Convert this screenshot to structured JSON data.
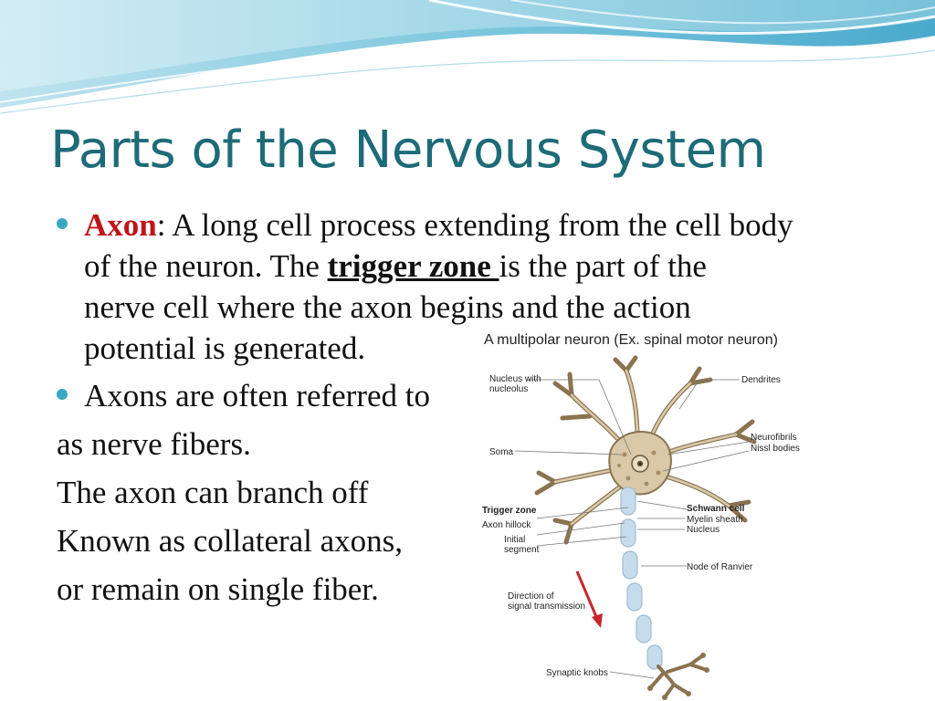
{
  "slide": {
    "title": "Parts of the Nervous System",
    "bullet1": {
      "term": "Axon",
      "line1_rest": ": A long cell process extending from the cell body",
      "line2_before": "of the neuron. The ",
      "line2_emph": "trigger zone ",
      "line2_after": "is the part of the",
      "line3": "nerve cell where the axon begins and the action",
      "line4": "potential is generated."
    },
    "bullet2": {
      "line1": "Axons are often referred to"
    },
    "plain_lines": [
      "as nerve fibers.",
      "The axon can branch off",
      "Known as collateral axons,",
      "or remain on single fiber."
    ]
  },
  "figure": {
    "title": "A multipolar neuron (Ex. spinal motor neuron)",
    "labels": {
      "nucleus_line1": "Nucleus with",
      "nucleus_line2": "nucleolus",
      "dendrites": "Dendrites",
      "soma": "Soma",
      "neurofibrils": "Neurofibrils",
      "nissl": "Nissl bodies",
      "trigger_zone": "Trigger zone",
      "axon_hillock": "Axon hillock",
      "initial_line1": "Initial",
      "initial_line2": "segment",
      "schwann": "Schwann cell",
      "myelin": "Myelin sheath",
      "nucleus": "Nucleus",
      "node": "Node of Ranvier",
      "direction_line1": "Direction of",
      "direction_line2": "signal transmission",
      "synaptic": "Synaptic knobs"
    }
  },
  "colors": {
    "title": "#1e6b78",
    "term": "#c0141a",
    "bullet": "#39a9c2",
    "wave_dark": "#5ab4d2",
    "wave_light": "#b4e0ee",
    "neuron_fill": "#d9c9a8",
    "neuron_stroke": "#8a7350",
    "myelin": "#c6dcec",
    "arrow": "#c8262c"
  }
}
